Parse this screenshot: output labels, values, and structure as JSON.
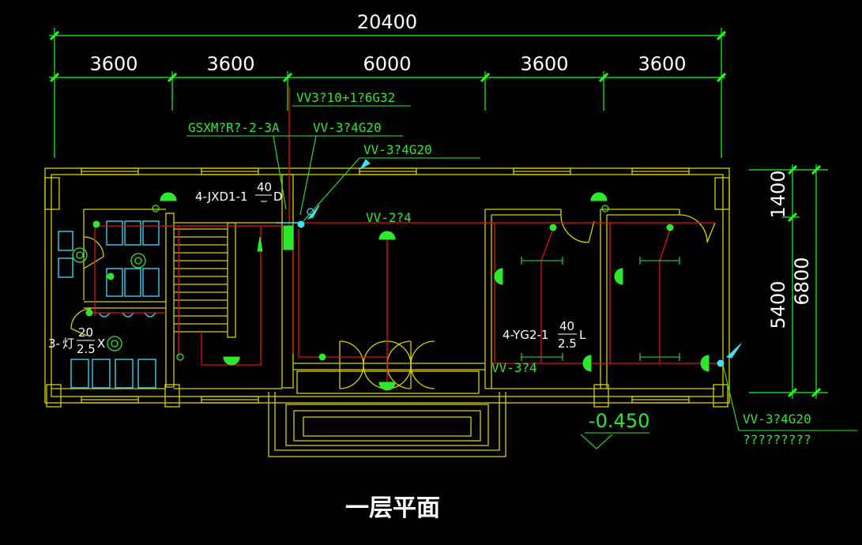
{
  "colors": {
    "background": "#000000",
    "wall": "#d8d000",
    "dimension": "#18ff18",
    "wiring": "#e01010",
    "annotation": "#2ee82e",
    "fixture": "#40e0ff"
  },
  "dimensions": {
    "overall": "20400",
    "bays": [
      "3600",
      "3600",
      "6000",
      "3600",
      "3600"
    ],
    "right_small": "1400",
    "right_mid": "5400",
    "right_total": "6800"
  },
  "annotations": {
    "main_feeder": "VV3?10+1?6G32",
    "box_spec": "GSXM?R?-2-3A",
    "box_cable": "VV-3?4G20",
    "branch_cable": "VV-3?4G20",
    "hall_cable": "VV-2?4",
    "panel_left_prefix": "4-JXD1-1",
    "panel_left_top": "40",
    "panel_left_suffix": "D",
    "panel_right_prefix": "4-YG2-1",
    "panel_right_top": "40",
    "panel_right_bottom": "2.5",
    "panel_right_suffix": "L",
    "fixture_left_prefix": "3-",
    "fixture_left_top": "20",
    "fixture_left_bottom": "2.5",
    "fixture_left_suffix": "X",
    "right_cable": "VV-3?4",
    "exit_cable": "VV-3?4G20",
    "exit_note": "?????????",
    "elevation": "-0.450"
  },
  "title": "一层平面"
}
